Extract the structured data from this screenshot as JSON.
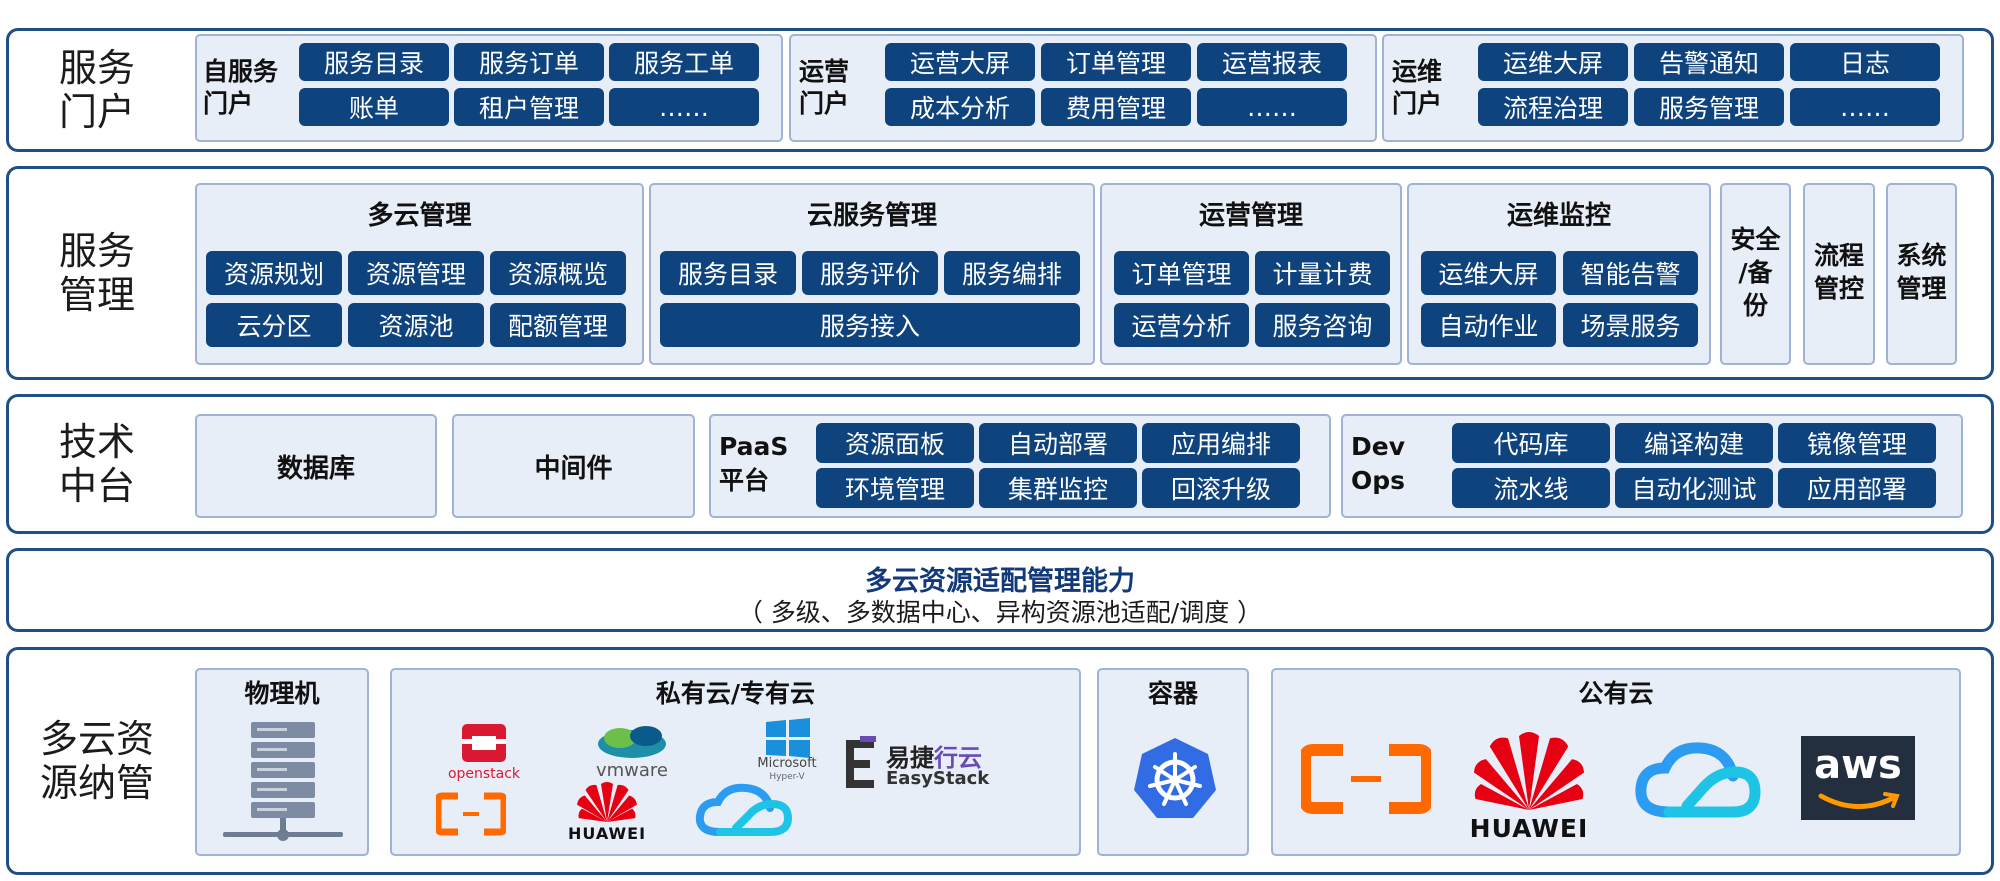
{
  "layers": {
    "portal": {
      "label": "服务\n门户",
      "self": {
        "label": "自服务\n门户",
        "items": [
          "服务目录",
          "服务订单",
          "服务工单",
          "账单",
          "租户管理",
          "……"
        ]
      },
      "ops": {
        "label": "运营\n门户",
        "items": [
          "运营大屏",
          "订单管理",
          "运营报表",
          "成本分析",
          "费用管理",
          "……"
        ]
      },
      "maint": {
        "label": "运维\n门户",
        "items": [
          "运维大屏",
          "告警通知",
          "日志",
          "流程治理",
          "服务管理",
          "……"
        ]
      }
    },
    "mgmt": {
      "label": "服务\n管理",
      "multicloud": {
        "title": "多云管理",
        "items": [
          "资源规划",
          "资源管理",
          "资源概览",
          "云分区",
          "资源池",
          "配额管理"
        ]
      },
      "cloudsvc": {
        "title": "云服务管理",
        "items": [
          "服务目录",
          "服务评价",
          "服务编排",
          "服务接入"
        ]
      },
      "operation": {
        "title": "运营管理",
        "items": [
          "订单管理",
          "计量计费",
          "运营分析",
          "服务咨询"
        ]
      },
      "monitor": {
        "title": "运维监控",
        "items": [
          "运维大屏",
          "智能告警",
          "自动作业",
          "场景服务"
        ]
      },
      "security": "安全\n/备\n份",
      "process": "流程\n管控",
      "system": "系统\n管理"
    },
    "tech": {
      "label": "技术\n中台",
      "database": "数据库",
      "middleware": "中间件",
      "paas": {
        "label": "PaaS\n平台",
        "items": [
          "资源面板",
          "自动部署",
          "应用编排",
          "环境管理",
          "集群监控",
          "回滚升级"
        ]
      },
      "devops": {
        "label": "Dev\nOps",
        "items": [
          "代码库",
          "编译构建",
          "镜像管理",
          "流水线",
          "自动化测试",
          "应用部署"
        ]
      }
    },
    "adapt": {
      "title": "多云资源适配管理能力",
      "subtitle": "（ 多级、多数据中心、异构资源池适配/调度 ）"
    },
    "resources": {
      "label": "多云资\n源纳管",
      "physical": {
        "title": "物理机",
        "icon": "server-icon"
      },
      "private": {
        "title": "私有云/专有云",
        "logos": {
          "openstack": "openstack",
          "vmware": "vmware",
          "microsoft": "Microsoft",
          "hyperv": "Hyper-V",
          "huawei": "HUAWEI",
          "easystack_cn1": "易捷",
          "easystack_cn2": "行云",
          "easystack_en": "EasyStack"
        }
      },
      "container": {
        "title": "容器",
        "icon": "kubernetes-icon"
      },
      "public": {
        "title": "公有云",
        "logos": {
          "huawei": "HUAWEI",
          "aws": "aws"
        }
      }
    }
  },
  "colors": {
    "chip": "#0e437e",
    "panel": "#e8eef8",
    "border": "#1f4f84",
    "title": "#123a7a"
  }
}
